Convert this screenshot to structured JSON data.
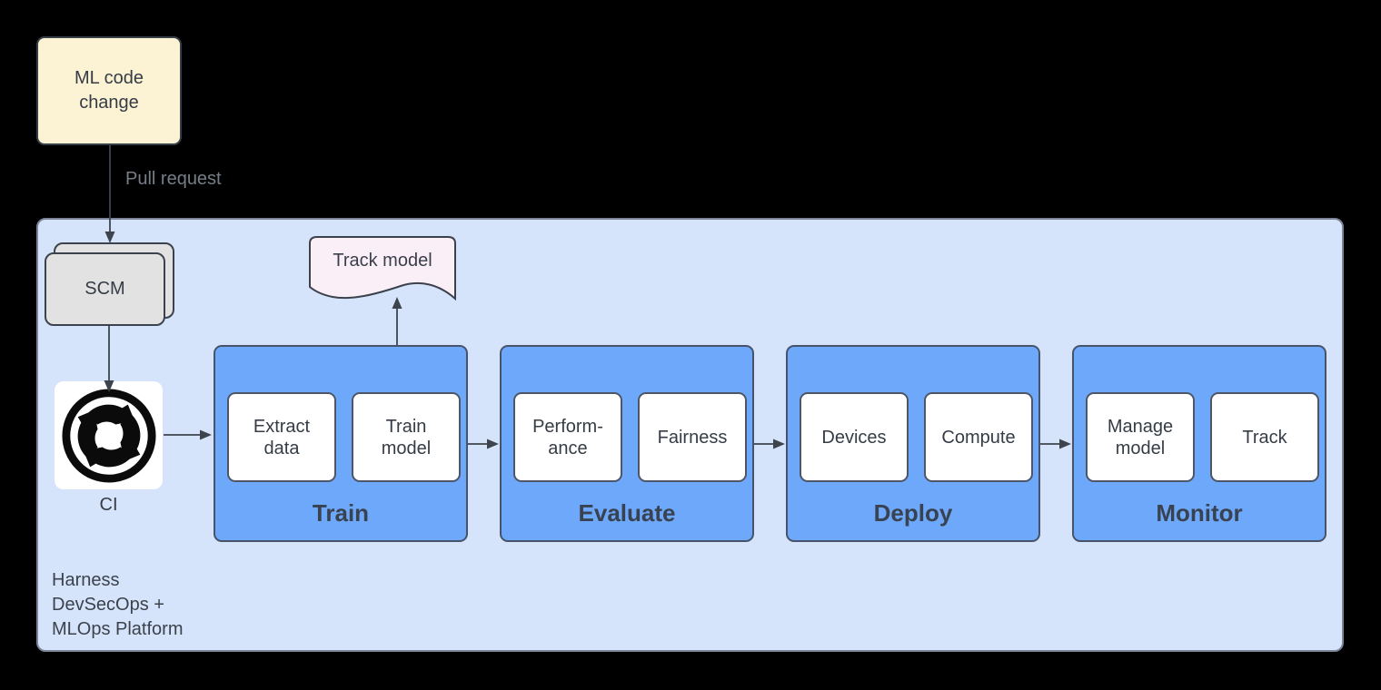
{
  "diagram": {
    "source_node": {
      "label": "ML code\nchange"
    },
    "edge_labels": {
      "pull_request": "Pull request"
    },
    "platform": {
      "label": "Harness\nDevSecOps +\nMLOps Platform",
      "scm": {
        "label": "SCM"
      },
      "ci": {
        "label": "CI",
        "icon": "ci-cycle-arrows-icon"
      },
      "track_model_doc": {
        "label": "Track model"
      },
      "stages": [
        {
          "label": "Train",
          "items": [
            "Extract\ndata",
            "Train\nmodel"
          ]
        },
        {
          "label": "Evaluate",
          "items": [
            "Perform-\nance",
            "Fairness"
          ]
        },
        {
          "label": "Deploy",
          "items": [
            "Devices",
            "Compute"
          ]
        },
        {
          "label": "Monitor",
          "items": [
            "Manage\nmodel",
            "Track"
          ]
        }
      ]
    },
    "colors": {
      "background": "#000000",
      "platform_fill": "#D6E4FB",
      "platform_border": "#7B8499",
      "stage_fill": "#6DA8FA",
      "stage_border": "#47536A",
      "item_fill": "#FFFFFF",
      "item_border": "#4E5666",
      "source_fill": "#FCF3D4",
      "doc_fill": "#FBEFF7",
      "scm_fill": "#E2E2E3",
      "connector": "#3D444E",
      "text": "#363C46",
      "edge_label_text": "#767E87",
      "ci_icon": "#0B0B0B"
    }
  }
}
